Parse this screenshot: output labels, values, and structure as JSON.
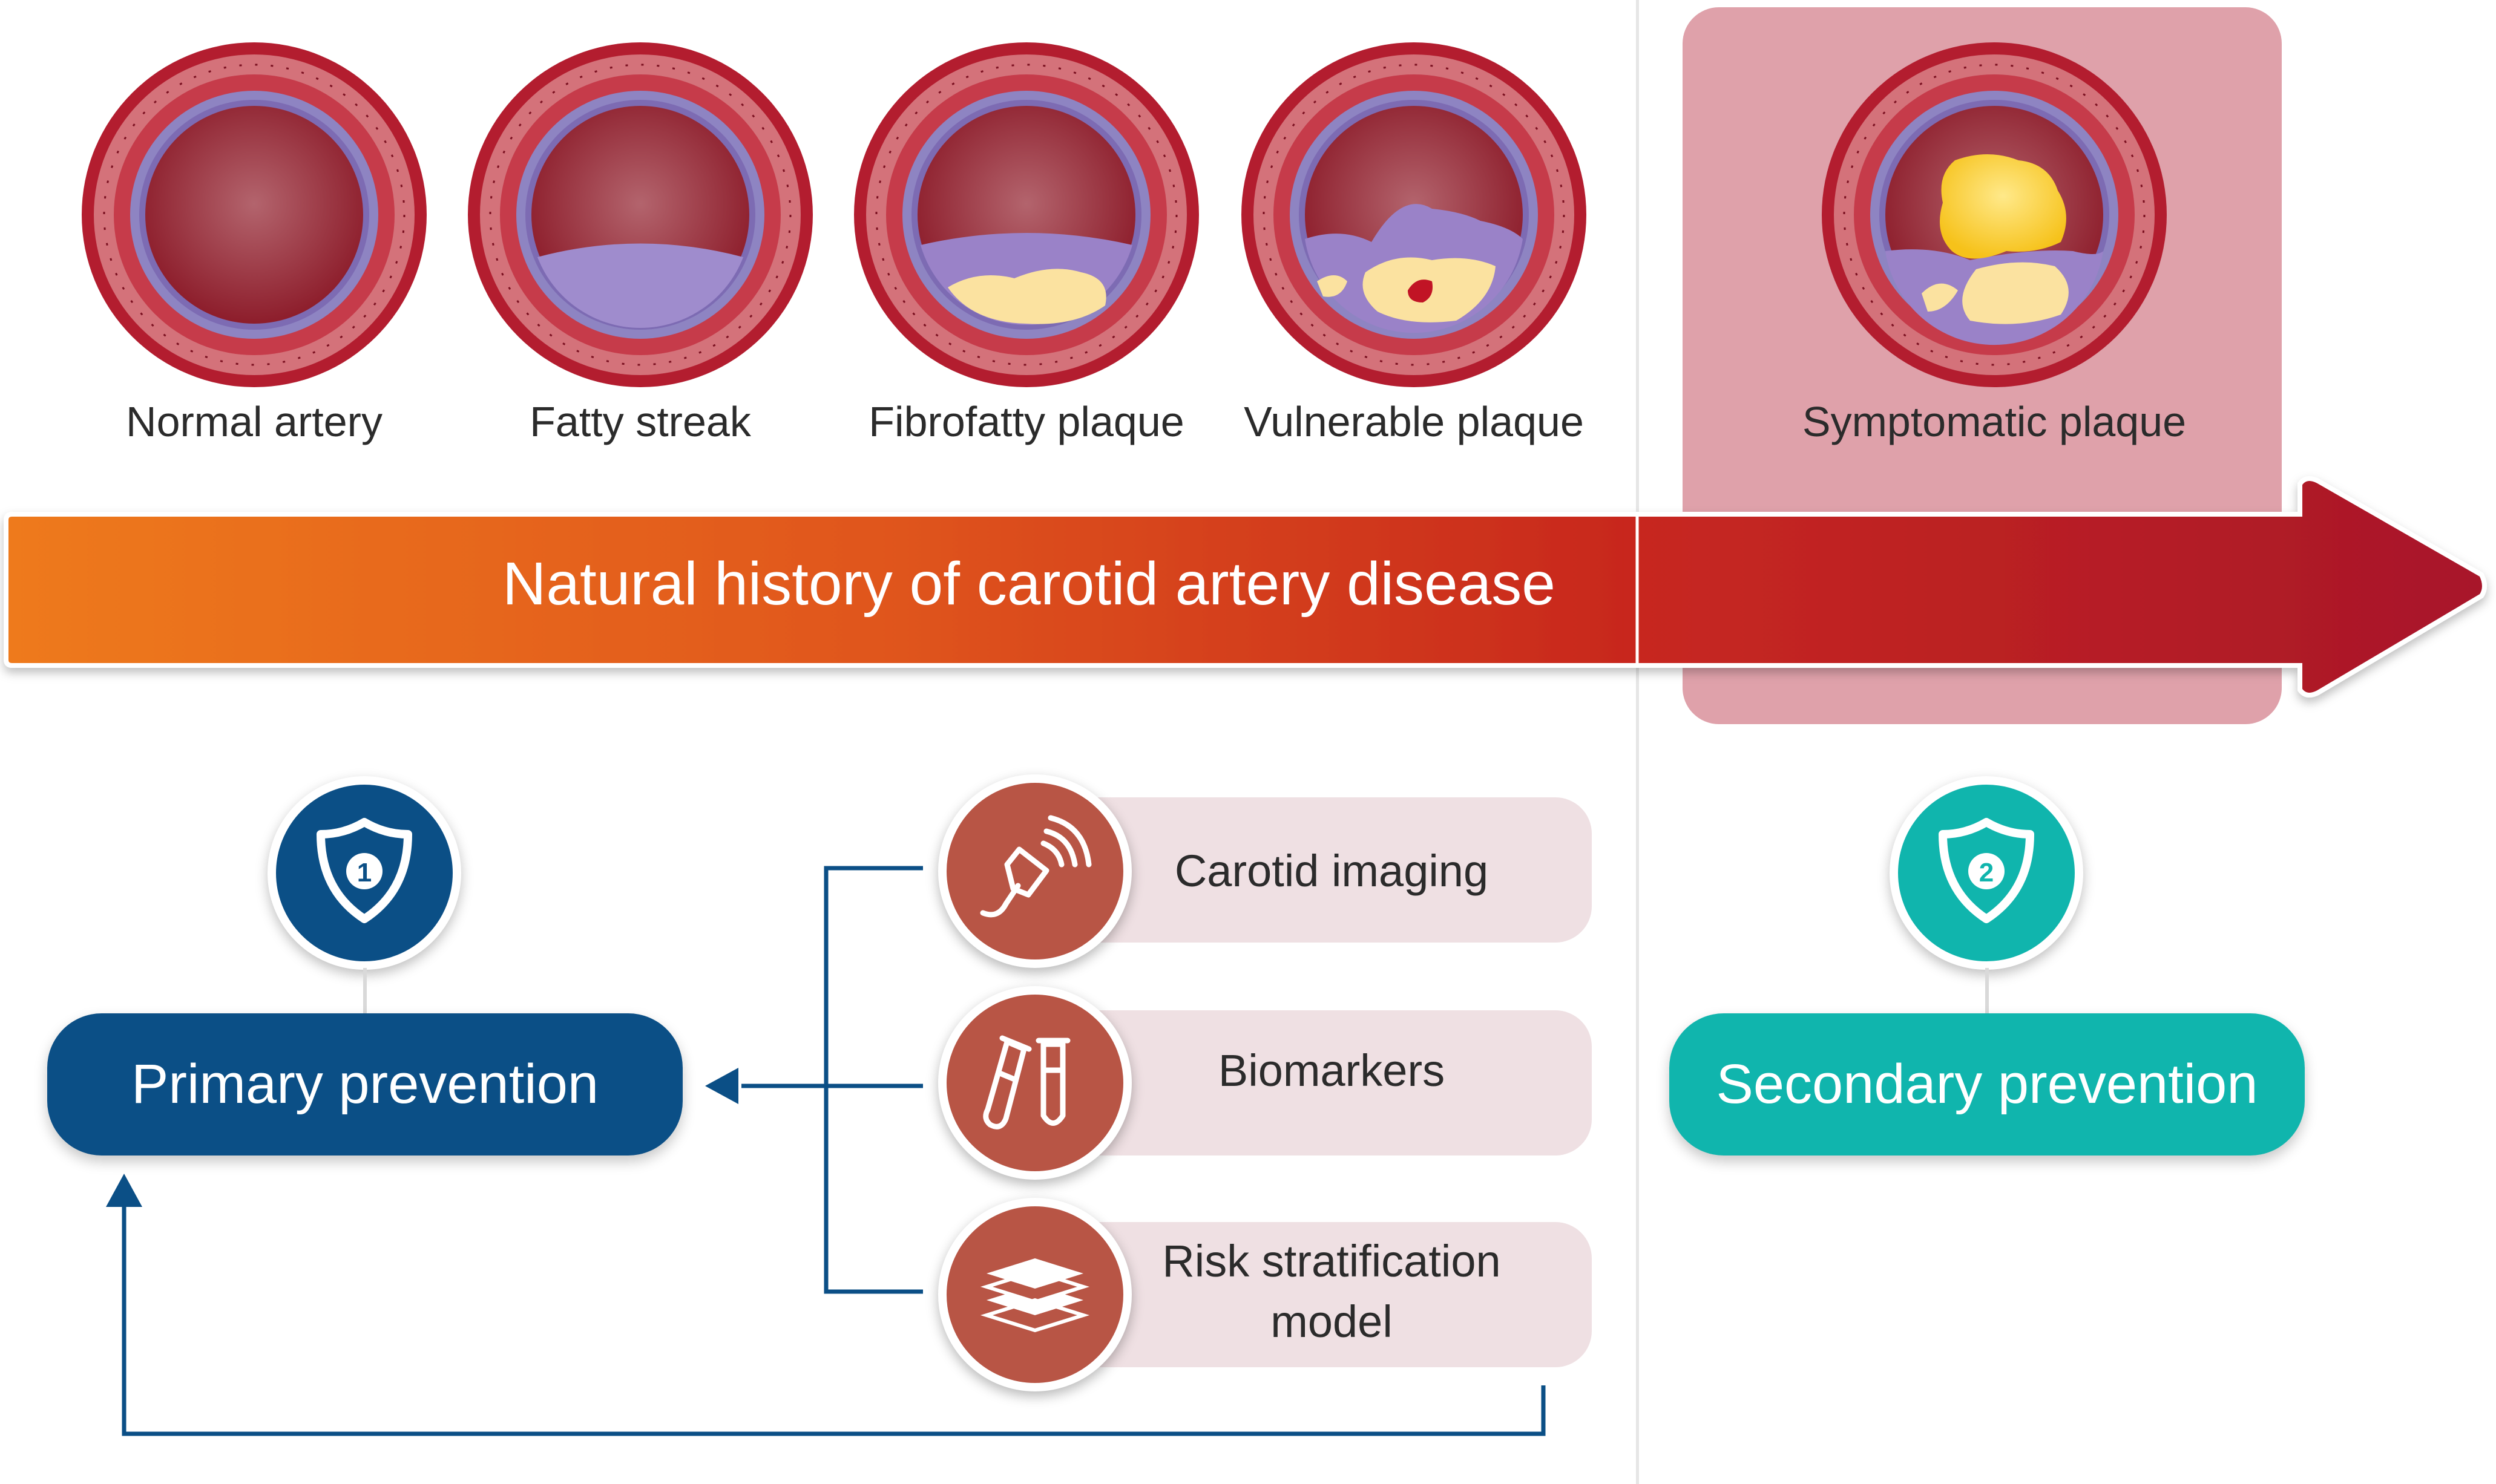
{
  "stages": [
    {
      "label": "Normal artery"
    },
    {
      "label": "Fatty streak"
    },
    {
      "label": "Fibrofatty plaque"
    },
    {
      "label": "Vulnerable plaque"
    },
    {
      "label": "Symptomatic plaque"
    }
  ],
  "arrow": {
    "title": "Natural history of carotid artery disease"
  },
  "primary": {
    "label": "Primary prevention",
    "badge_number": "1"
  },
  "secondary": {
    "label": "Secondary prevention",
    "badge_number": "2"
  },
  "tools": [
    {
      "label": "Carotid imaging",
      "icon": "ultrasound-probe-icon"
    },
    {
      "label": "Biomarkers",
      "icon": "test-tubes-icon"
    },
    {
      "label_line1": "Risk stratification",
      "label_line2": "model",
      "icon": "layers-icon"
    }
  ],
  "colors": {
    "primary_blue": "#0b4f86",
    "secondary_teal": "#10b5ad",
    "arrow_start": "#ee7a1e",
    "arrow_end": "#b21a2a",
    "symptomatic_bg": "#dda0a8",
    "tool_circle": "#b85545",
    "tool_box": "#efe0e3"
  }
}
